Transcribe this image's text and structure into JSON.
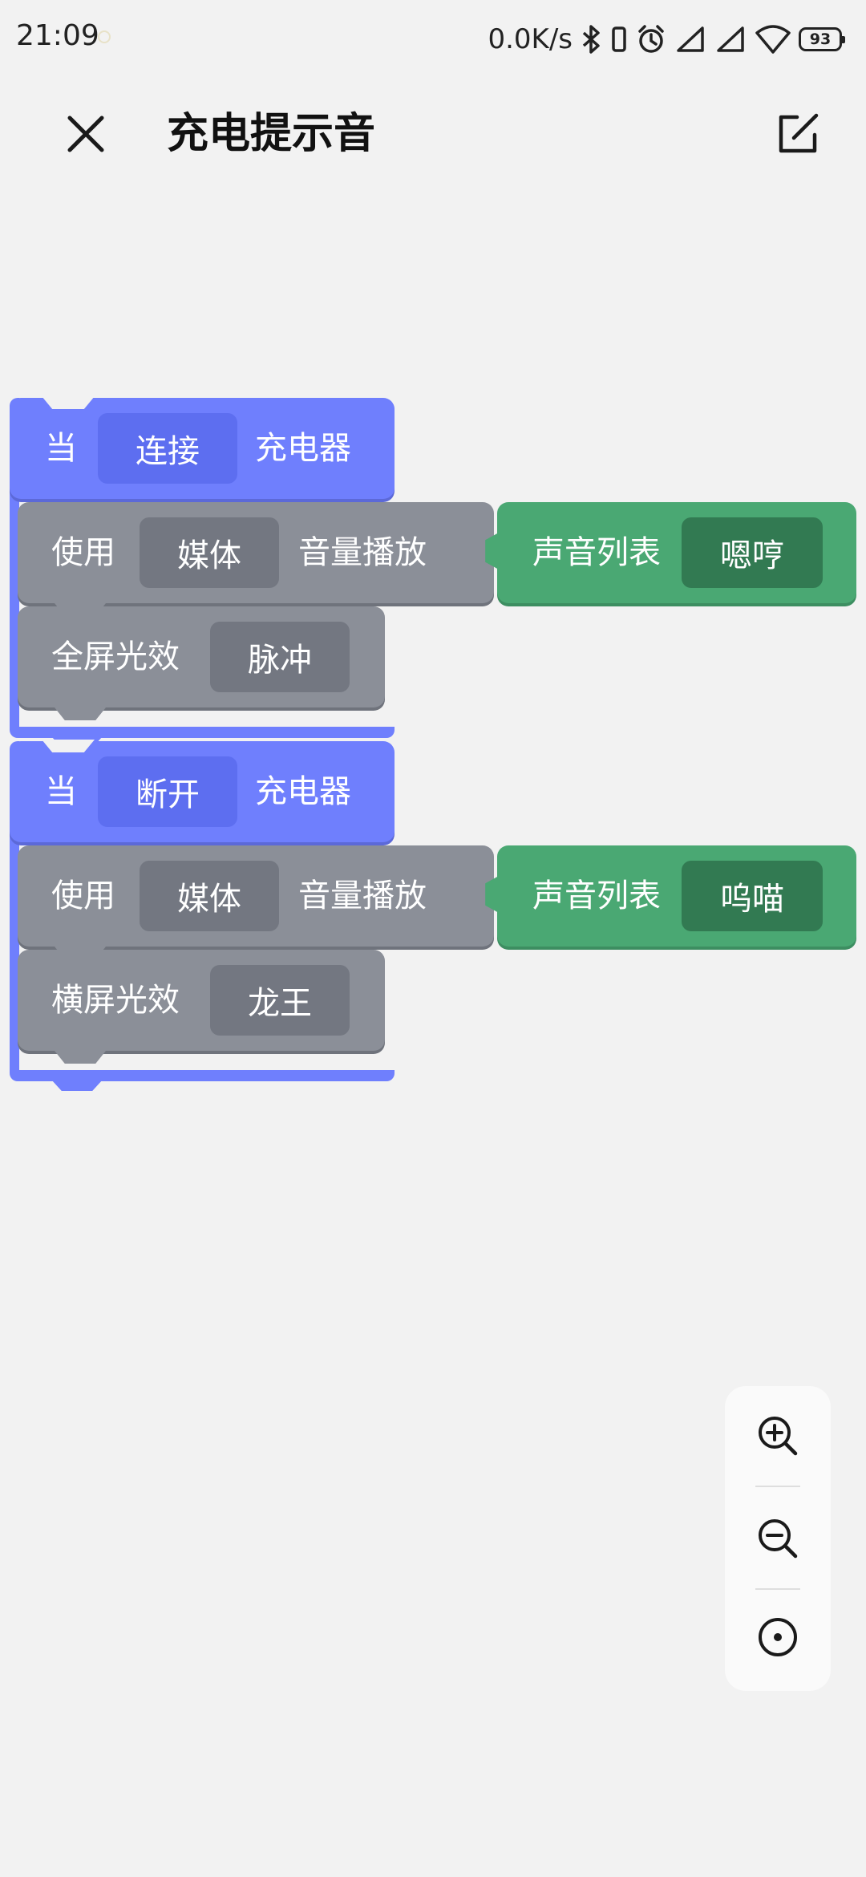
{
  "status_bar": {
    "time": "21:09",
    "net_speed": "0.0K/s",
    "battery": "93"
  },
  "header": {
    "title": "充电提示音"
  },
  "groups": [
    {
      "event": {
        "prefix": "当",
        "condition": "连接",
        "suffix": "充电器"
      },
      "sound_block": {
        "prefix": "使用",
        "channel": "媒体",
        "action": "音量播放"
      },
      "sound_value": {
        "label": "声音列表",
        "value": "嗯哼"
      },
      "light_block": {
        "label": "全屏光效",
        "value": "脉冲"
      }
    },
    {
      "event": {
        "prefix": "当",
        "condition": "断开",
        "suffix": "充电器"
      },
      "sound_block": {
        "prefix": "使用",
        "channel": "媒体",
        "action": "音量播放"
      },
      "sound_value": {
        "label": "声音列表",
        "value": "呜喵"
      },
      "light_block": {
        "label": "横屏光效",
        "value": "龙王"
      }
    }
  ],
  "colors": {
    "event_block": "#6f7ffd",
    "statement_block": "#8b8f98",
    "sound_value_block": "#4aa873",
    "background": "#f2f2f2"
  },
  "icons": {
    "close": "close-icon",
    "edit": "edit-icon",
    "zoom_in": "zoom-in-icon",
    "zoom_out": "zoom-out-icon",
    "recenter": "recenter-icon"
  }
}
